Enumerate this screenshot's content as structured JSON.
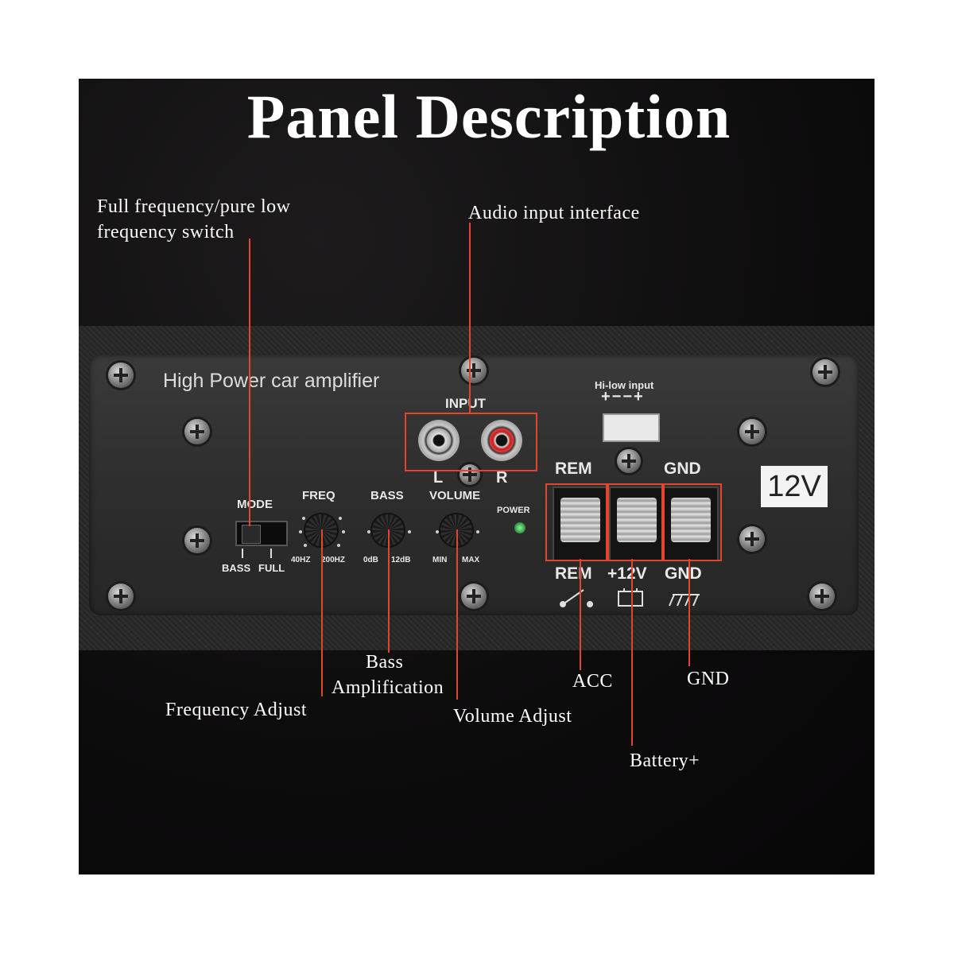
{
  "title": "Panel Description",
  "annotations": {
    "mode_switch": "Full frequency/pure low frequency switch",
    "audio_input": "Audio input interface",
    "frequency": "Frequency Adjust",
    "bass_1": "Bass",
    "bass_2": "Amplification",
    "volume": "Volume Adjust",
    "acc": "ACC",
    "gnd": "GND",
    "battery": "Battery+"
  },
  "panel": {
    "brand": "High Power car amplifier",
    "input_label": "INPUT",
    "l": "L",
    "r": "R",
    "hi_low_input": "Hi-low input",
    "hi_low_pins": "+−−+",
    "mode": "MODE",
    "mode_bass": "BASS",
    "mode_full": "FULL",
    "freq": "FREQ",
    "freq_min": "40HZ",
    "freq_max": "200HZ",
    "bass": "BASS",
    "bass_min": "0dB",
    "bass_max": "12dB",
    "volume": "VOLUME",
    "vol_min": "MIN",
    "vol_max": "MAX",
    "power": "POWER",
    "rem_top": "REM",
    "gnd_top": "GND",
    "rem_bottom": "REM",
    "v12_bottom": "+12V",
    "gnd_bottom": "GND",
    "voltage_badge": "12V"
  },
  "colors": {
    "annotation_red": "#e3452e",
    "background": "#0d0c0d",
    "panel": "#2e2e2e"
  }
}
